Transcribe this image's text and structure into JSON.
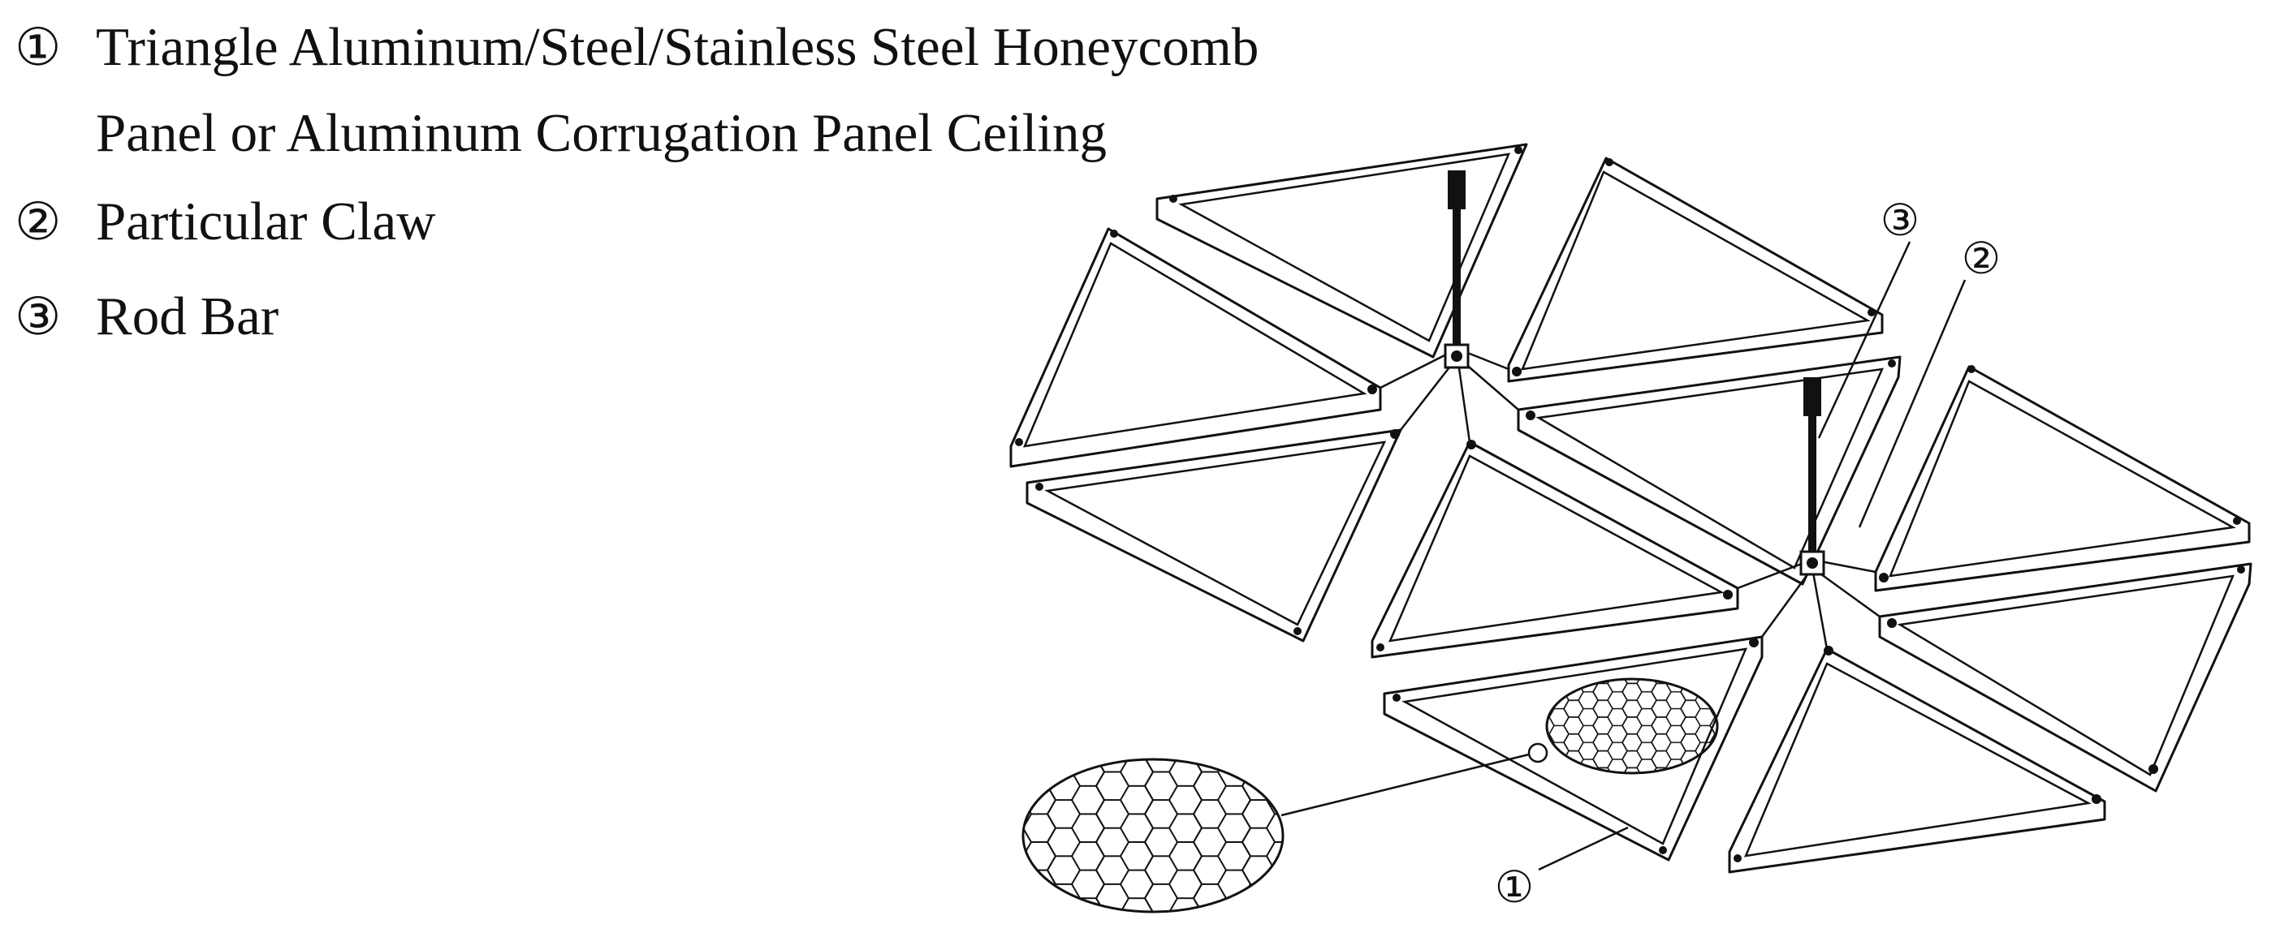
{
  "legend": {
    "item1": {
      "marker": "①",
      "line1": "Triangle Aluminum/Steel/Stainless Steel Honeycomb",
      "line2": "Panel or Aluminum Corrugation Panel Ceiling"
    },
    "item2": {
      "marker": "②",
      "line1": "Particular Claw"
    },
    "item3": {
      "marker": "③",
      "line1": "Rod Bar"
    }
  },
  "callouts": {
    "c1": "①",
    "c2": "②",
    "c3": "③"
  }
}
